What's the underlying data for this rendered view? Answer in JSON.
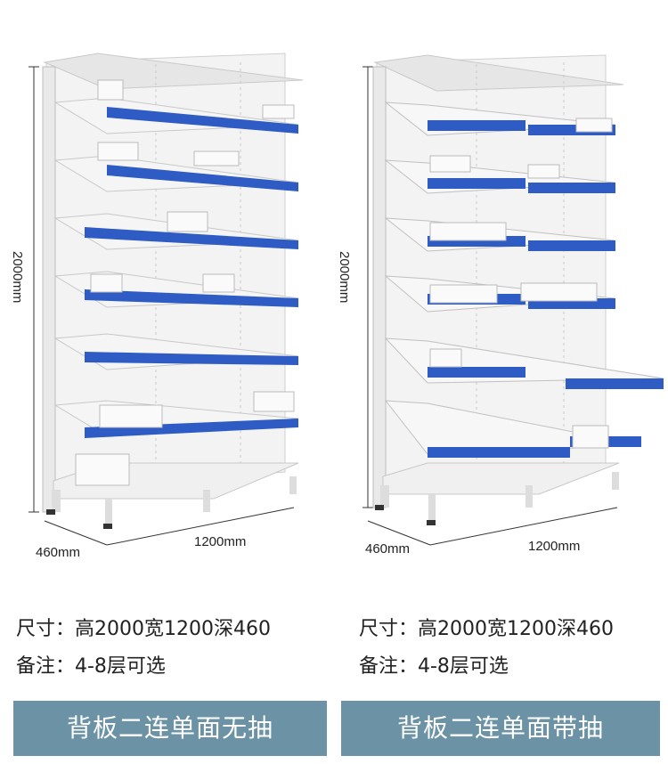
{
  "dimensions": {
    "height": "2000mm",
    "width": "1200mm",
    "depth": "460mm"
  },
  "products": [
    {
      "spec_size": "尺寸：高2000宽1200深460",
      "spec_note": "备注：4-8层可选",
      "title": "背板二连单面无抽"
    },
    {
      "spec_size": "尺寸：高2000宽1200深460",
      "spec_note": "备注：4-8层可选",
      "title": "背板二连单面带抽"
    }
  ],
  "colors": {
    "banner": "#6c92a5",
    "shelf_edge": "#2e5bc4",
    "frame": "#ececec"
  }
}
